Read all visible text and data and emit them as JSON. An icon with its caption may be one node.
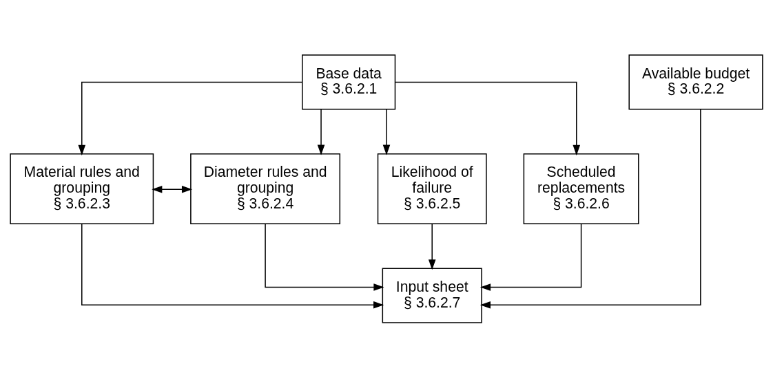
{
  "diagram": {
    "nodes": [
      {
        "text": [
          "Base data",
          "§ 3.6.2.1"
        ]
      },
      {
        "text": [
          "Available budget",
          "§ 3.6.2.2"
        ]
      },
      {
        "text": [
          "Material rules and grouping",
          "§ 3.6.2.3"
        ]
      },
      {
        "text": [
          "Diameter rules and grouping",
          "§ 3.6.2.4"
        ]
      },
      {
        "text": [
          "Likelihood of failure",
          "§ 3.6.2.5"
        ]
      },
      {
        "text": [
          "Scheduled replacements",
          "§ 3.6.2.6"
        ]
      },
      {
        "text": [
          "Input sheet",
          "§ 3.6.2.7"
        ]
      }
    ],
    "edges": [
      {
        "from": 0,
        "to": 2,
        "arrow": "to"
      },
      {
        "from": 0,
        "to": 3,
        "arrow": "to"
      },
      {
        "from": 0,
        "to": 4,
        "arrow": "to"
      },
      {
        "from": 0,
        "to": 5,
        "arrow": "to"
      },
      {
        "from": 2,
        "to": 3,
        "arrow": "both"
      },
      {
        "from": 2,
        "to": 6,
        "arrow": "to"
      },
      {
        "from": 3,
        "to": 6,
        "arrow": "to"
      },
      {
        "from": 4,
        "to": 6,
        "arrow": "to"
      },
      {
        "from": 5,
        "to": 6,
        "arrow": "to"
      },
      {
        "from": 1,
        "to": 6,
        "arrow": "to"
      }
    ]
  }
}
